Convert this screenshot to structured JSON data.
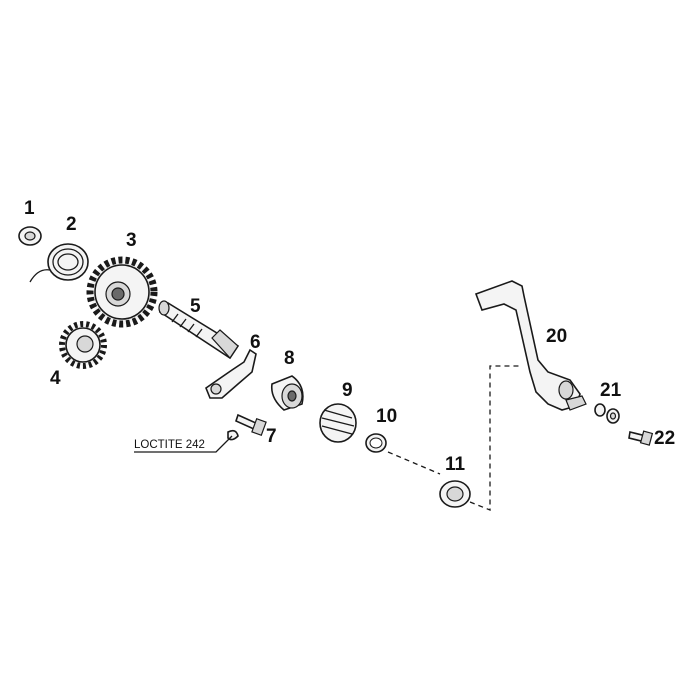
{
  "diagram": {
    "callouts": [
      "1",
      "2",
      "3",
      "4",
      "5",
      "6",
      "7",
      "8",
      "9",
      "10",
      "11",
      "20",
      "21",
      "22"
    ],
    "note": "LOCTITE 242"
  }
}
